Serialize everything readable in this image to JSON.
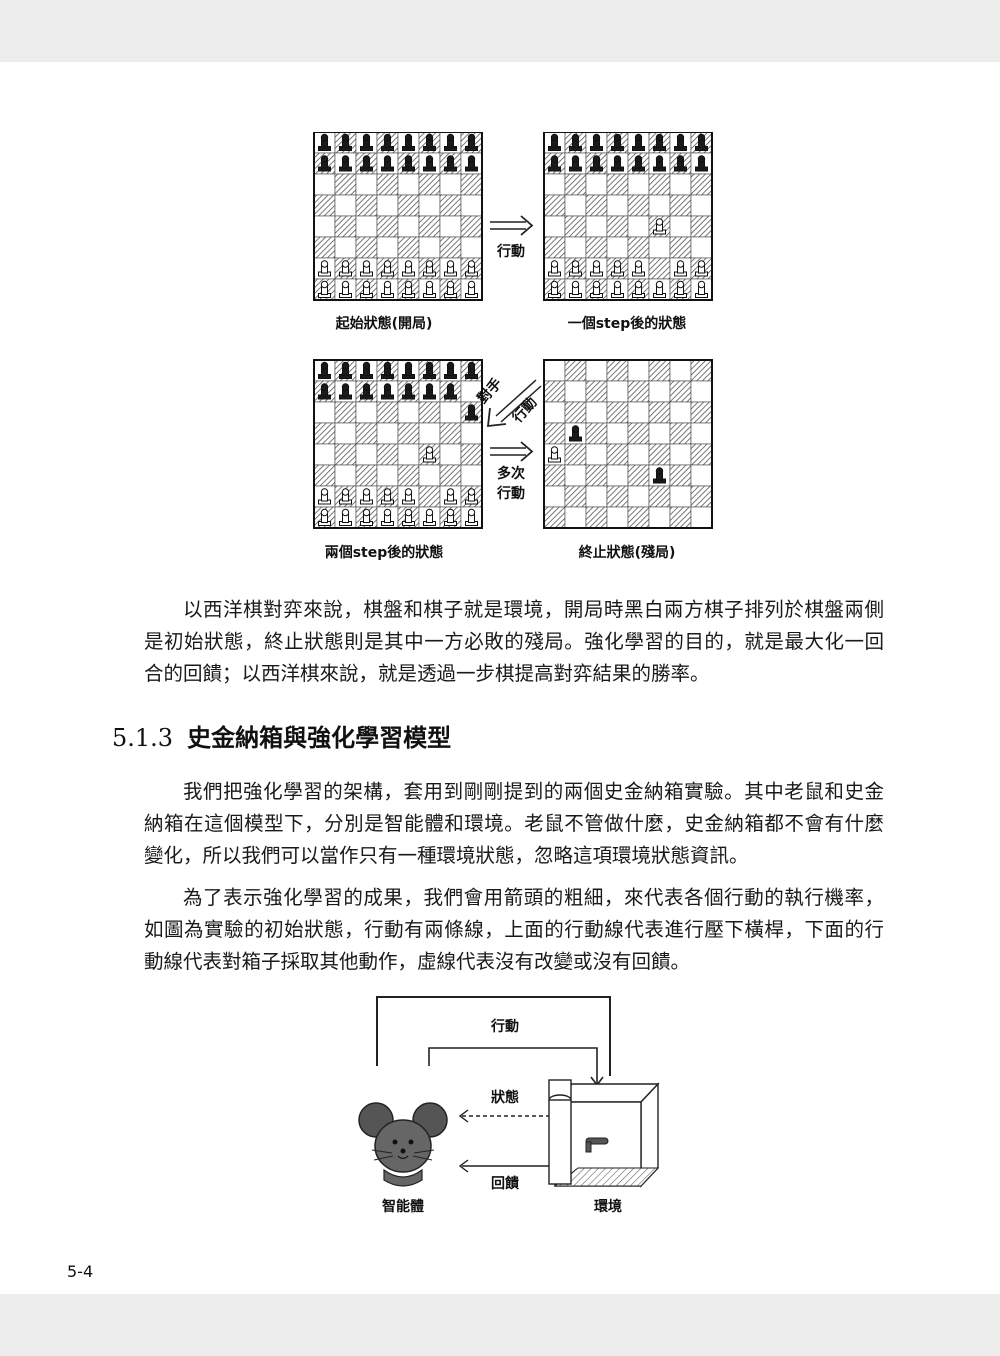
{
  "figure_chess": {
    "board_top_left_label": "起始狀態(開局)",
    "board_top_right_label": "一個step後的狀態",
    "board_bottom_left_label": "兩個step後的狀態",
    "board_bottom_right_label": "終止狀態(殘局)",
    "arrow_action_label": "行動",
    "arrow_opponent_label_line1": "對手",
    "arrow_opponent_label_line2": "行動",
    "arrow_multi_label_line1": "多次",
    "arrow_multi_label_line2": "行動"
  },
  "paragraphs": {
    "p1": "以西洋棋對弈來說，棋盤和棋子就是環境，開局時黑白兩方棋子排列於棋盤兩側是初始狀態，終止狀態則是其中一方必敗的殘局。強化學習的目的，就是最大化一回合的回饋；以西洋棋來說，就是透過一步棋提高對弈結果的勝率。",
    "p2": "我們把強化學習的架構，套用到剛剛提到的兩個史金納箱實驗。其中老鼠和史金納箱在這個模型下，分別是智能體和環境。老鼠不管做什麼，史金納箱都不會有什麼變化，所以我們可以當作只有一種環境狀態，忽略這項環境狀態資訊。",
    "p3": "為了表示強化學習的成果，我們會用箭頭的粗細，來代表各個行動的執行機率，如圖為實驗的初始狀態，行動有兩條線，上面的行動線代表進行壓下橫桿，下面的行動線代表對箱子採取其他動作，虛線代表沒有改變或沒有回饋。"
  },
  "section": {
    "number": "5.1.3",
    "title": "史金納箱與強化學習模型"
  },
  "figure_rl": {
    "action_label": "行動",
    "state_label": "狀態",
    "reward_label": "回饋",
    "agent_label": "智能體",
    "environment_label": "環境"
  },
  "page_number": "5-4"
}
